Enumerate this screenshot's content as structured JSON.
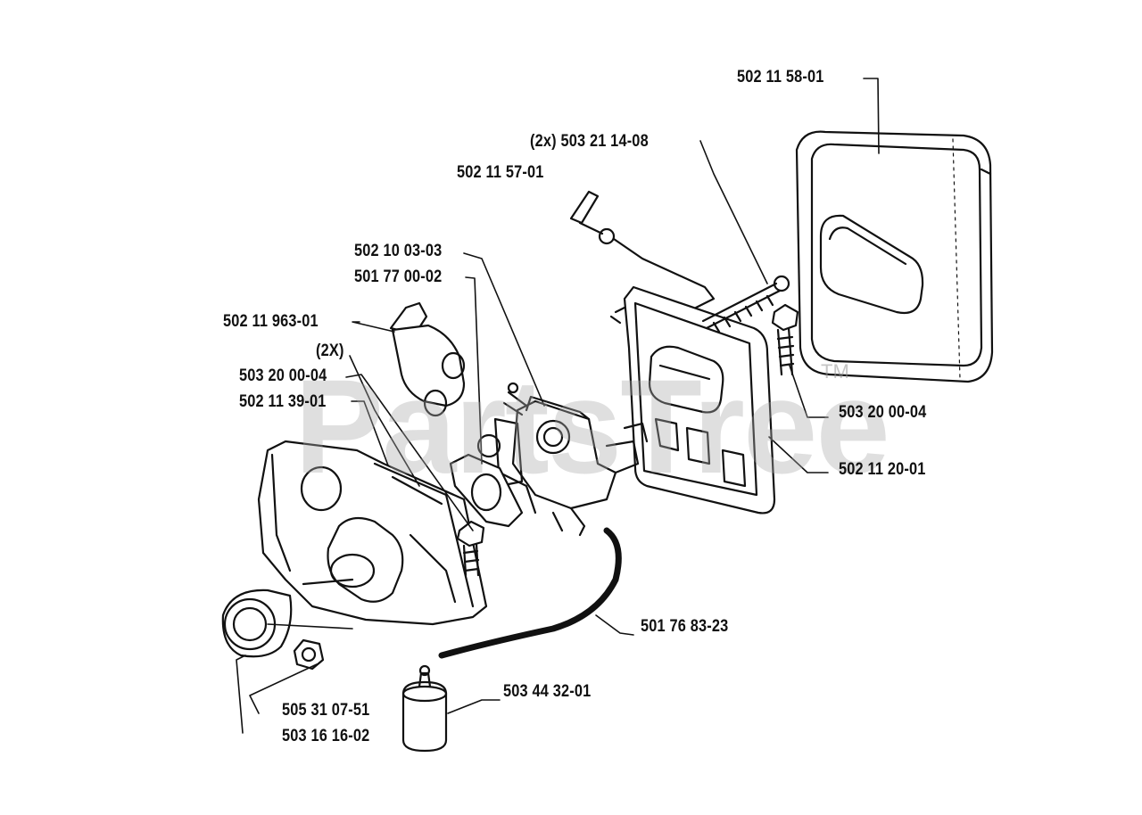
{
  "watermark": {
    "text": "PartsTree",
    "trademark": "TM"
  },
  "parts": {
    "air_filter": "502 11 58-01",
    "screw_2x_top": "(2x) 503 21 14-08",
    "choke_knob": "502 11 57-01",
    "gasket_1": "502 10 03-03",
    "gasket_2": "501 77 00-02",
    "intake_boot": "502 11 963-01",
    "qty_2x": "(2X)",
    "screw_left": "503 20 00-04",
    "intake_plate": "502 11 39-01",
    "screw_right": "503 20 00-04",
    "filter_holder": "502 11 20-01",
    "fuel_hose": "501 76 83-23",
    "fuel_filter": "503 44 32-01",
    "nut": "505 31 07-51",
    "grommet": "503 16 16-02"
  },
  "colors": {
    "line": "#111111",
    "watermark": "#aaaaaa"
  }
}
